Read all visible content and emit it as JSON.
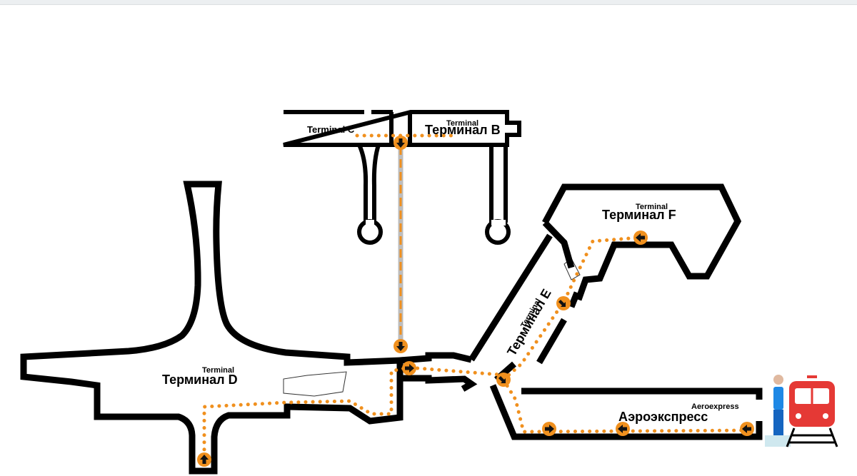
{
  "map": {
    "terminals": {
      "c": {
        "en": "Terminal C"
      },
      "b": {
        "en": "Terminal",
        "ru": "Терминал В"
      },
      "d": {
        "en": "Terminal",
        "ru": "Терминал D"
      },
      "e": {
        "en": "Terminal",
        "ru": "Терминал E"
      },
      "f": {
        "en": "Terminal",
        "ru": "Терминал F"
      },
      "aeroexpress": {
        "en": "Aeroexpress",
        "ru": "Аэроэкспресс"
      }
    },
    "colors": {
      "route": "#f0901e",
      "walls": "#000000",
      "tunnel": "#bdbdbd",
      "train": "#e53935",
      "person_top": "#1e88e5",
      "person_bottom": "#1565c0",
      "platform": "#cfe8ef"
    },
    "icons": [
      "arrow-down-icon",
      "arrow-right-icon",
      "arrow-left-icon",
      "arrow-up-icon",
      "person-icon",
      "train-icon"
    ]
  }
}
